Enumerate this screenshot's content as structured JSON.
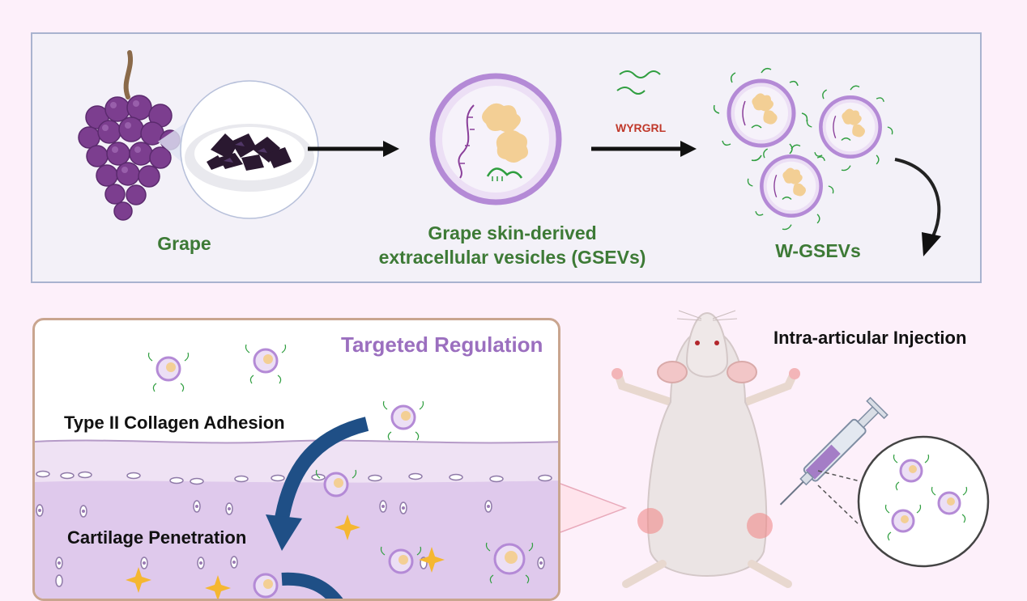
{
  "top": {
    "grape_label": "Grape",
    "gsev_label_line1": "Grape skin-derived",
    "gsev_label_line2": "extracellular vesicles (GSEVs)",
    "peptide_label": "WYRGRL",
    "wgsev_label": "W-GSEVs"
  },
  "bottom": {
    "targeted_regulation": "Targeted Regulation",
    "collagen_adhesion": "Type II  Collagen Adhesion",
    "cartilage_penetration": "Cartilage Penetration",
    "injection_label": "Intra-articular Injection"
  },
  "colors": {
    "background": "#fdf0fa",
    "panel": "#f3f1f8",
    "green_text": "#3d7a36",
    "purple_text": "#9b6fbf",
    "peptide_red": "#c0392b",
    "vesicle_border": "#b48ad6",
    "arrow_blue": "#1f4f86"
  }
}
